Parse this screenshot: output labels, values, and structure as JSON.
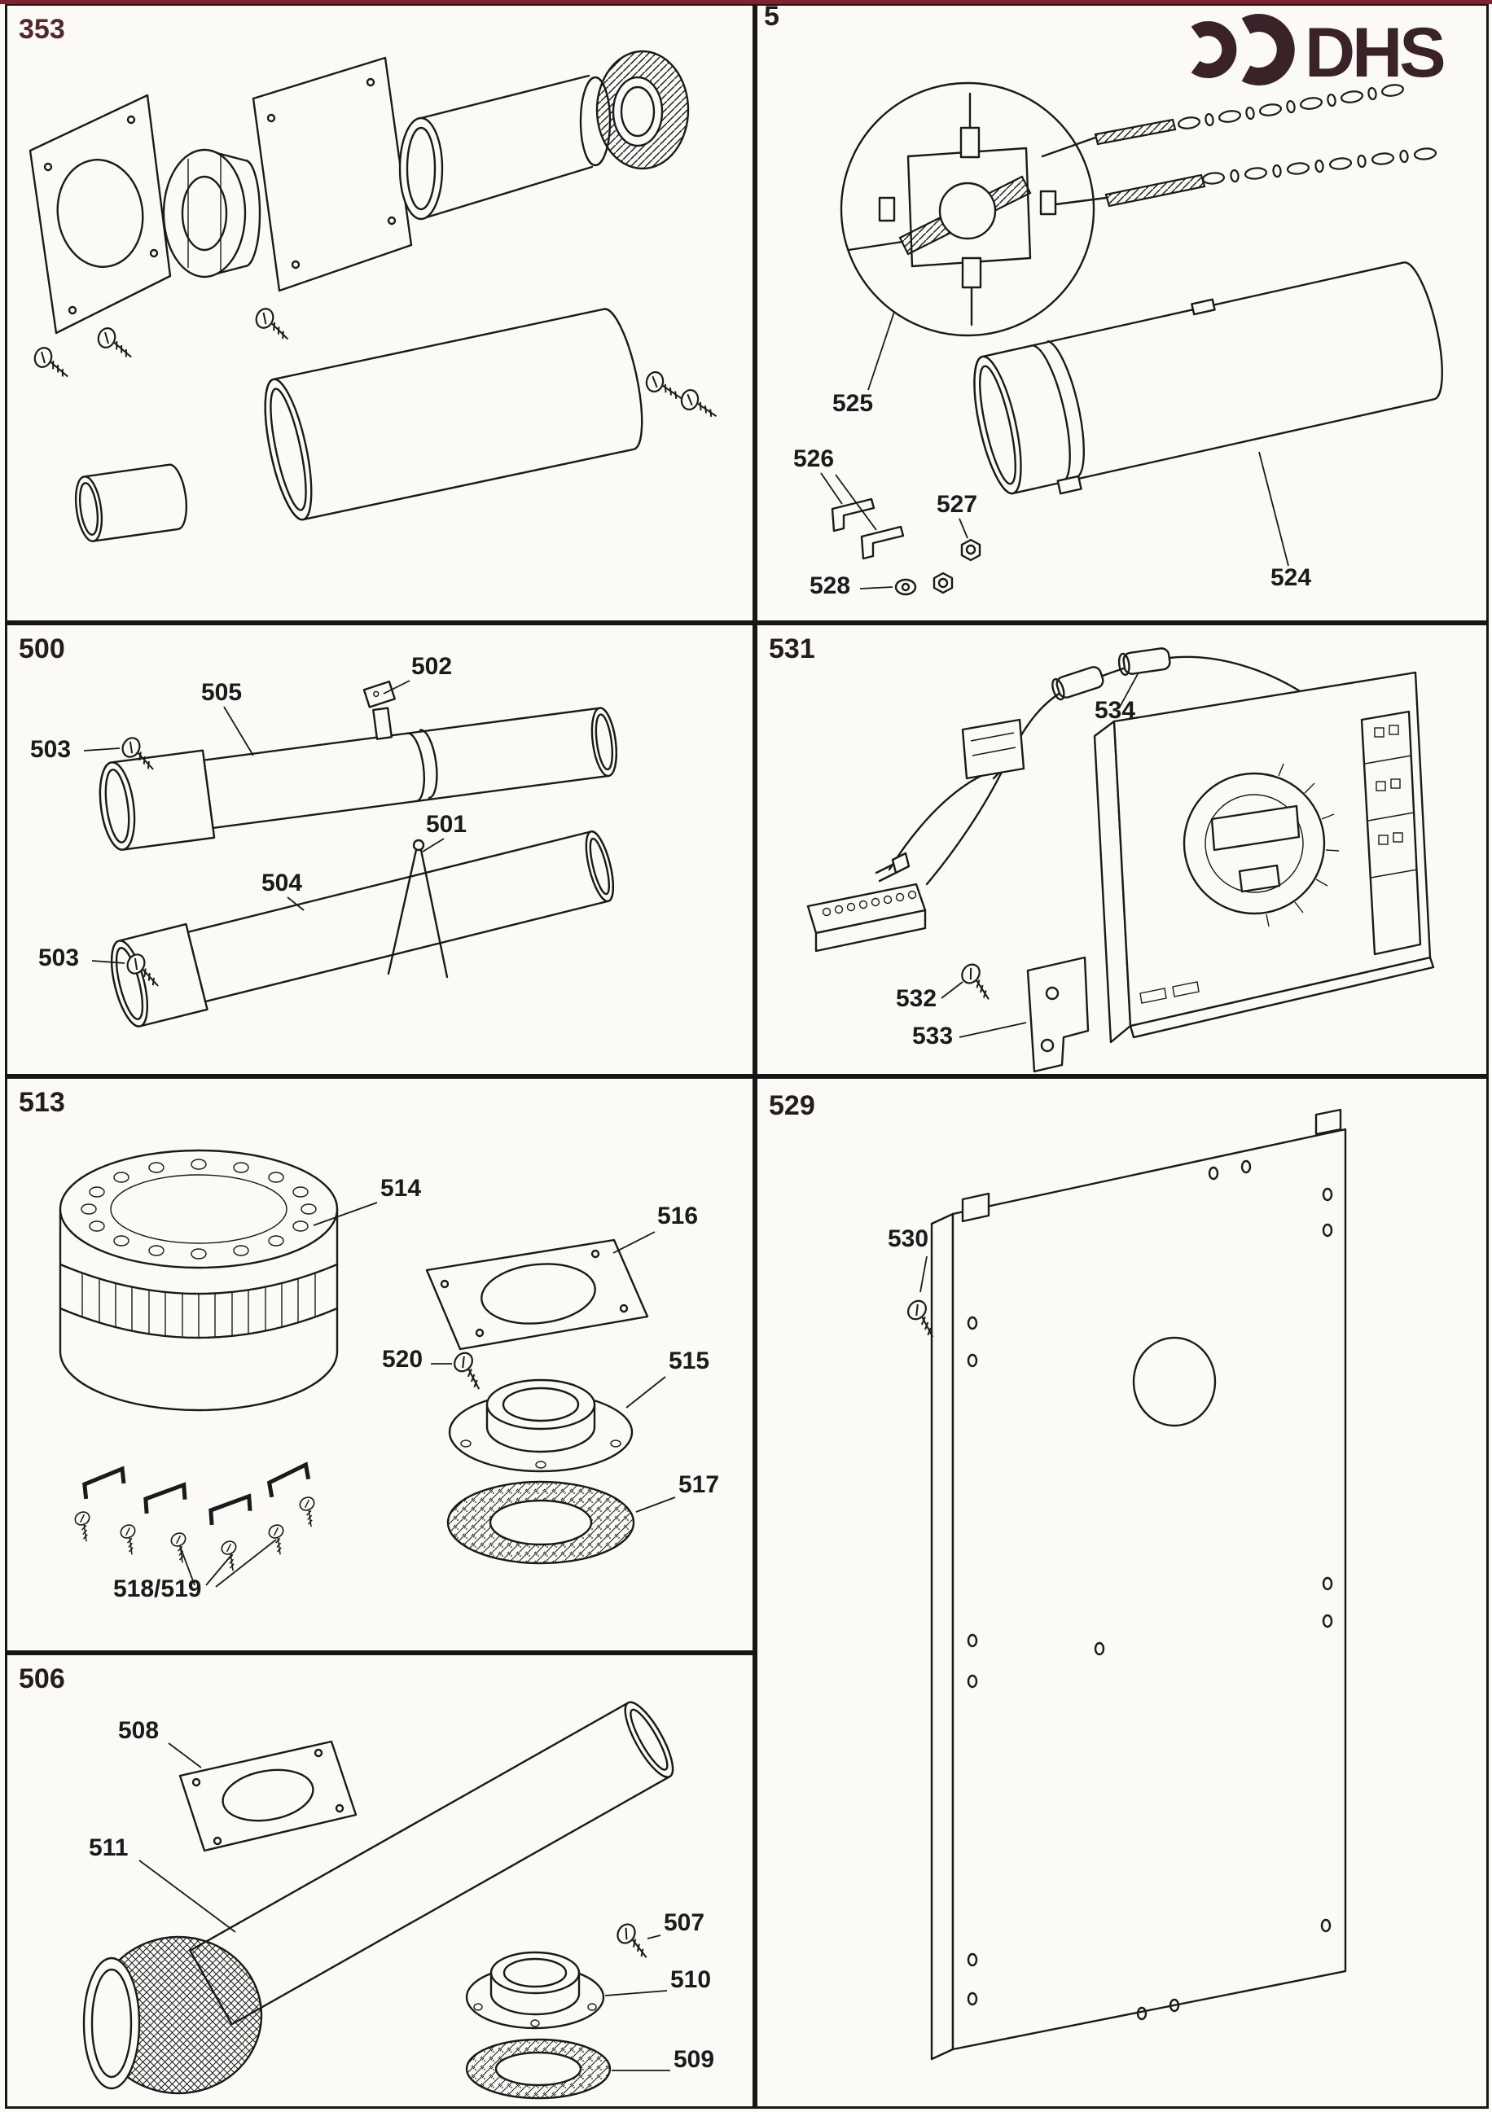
{
  "brand": {
    "name": "DHS",
    "color": "#3a2328"
  },
  "panels": {
    "p353": {
      "label": "353"
    },
    "p52x": {
      "label": "5",
      "callouts": {
        "c525": "525",
        "c526": "526",
        "c527": "527",
        "c528": "528",
        "c524": "524"
      }
    },
    "p500": {
      "label": "500",
      "callouts": {
        "c505": "505",
        "c502": "502",
        "c503a": "503",
        "c501": "501",
        "c504": "504",
        "c503b": "503"
      }
    },
    "p531": {
      "label": "531",
      "callouts": {
        "c534": "534",
        "c532": "532",
        "c533": "533"
      }
    },
    "p513": {
      "label": "513",
      "callouts": {
        "c514": "514",
        "c516": "516",
        "c520": "520",
        "c515": "515",
        "c517": "517",
        "c518_519": "518/519"
      }
    },
    "p529": {
      "label": "529",
      "callouts": {
        "c530": "530"
      }
    },
    "p506": {
      "label": "506",
      "callouts": {
        "c508": "508",
        "c511": "511",
        "c507": "507",
        "c510": "510",
        "c509": "509"
      }
    }
  }
}
